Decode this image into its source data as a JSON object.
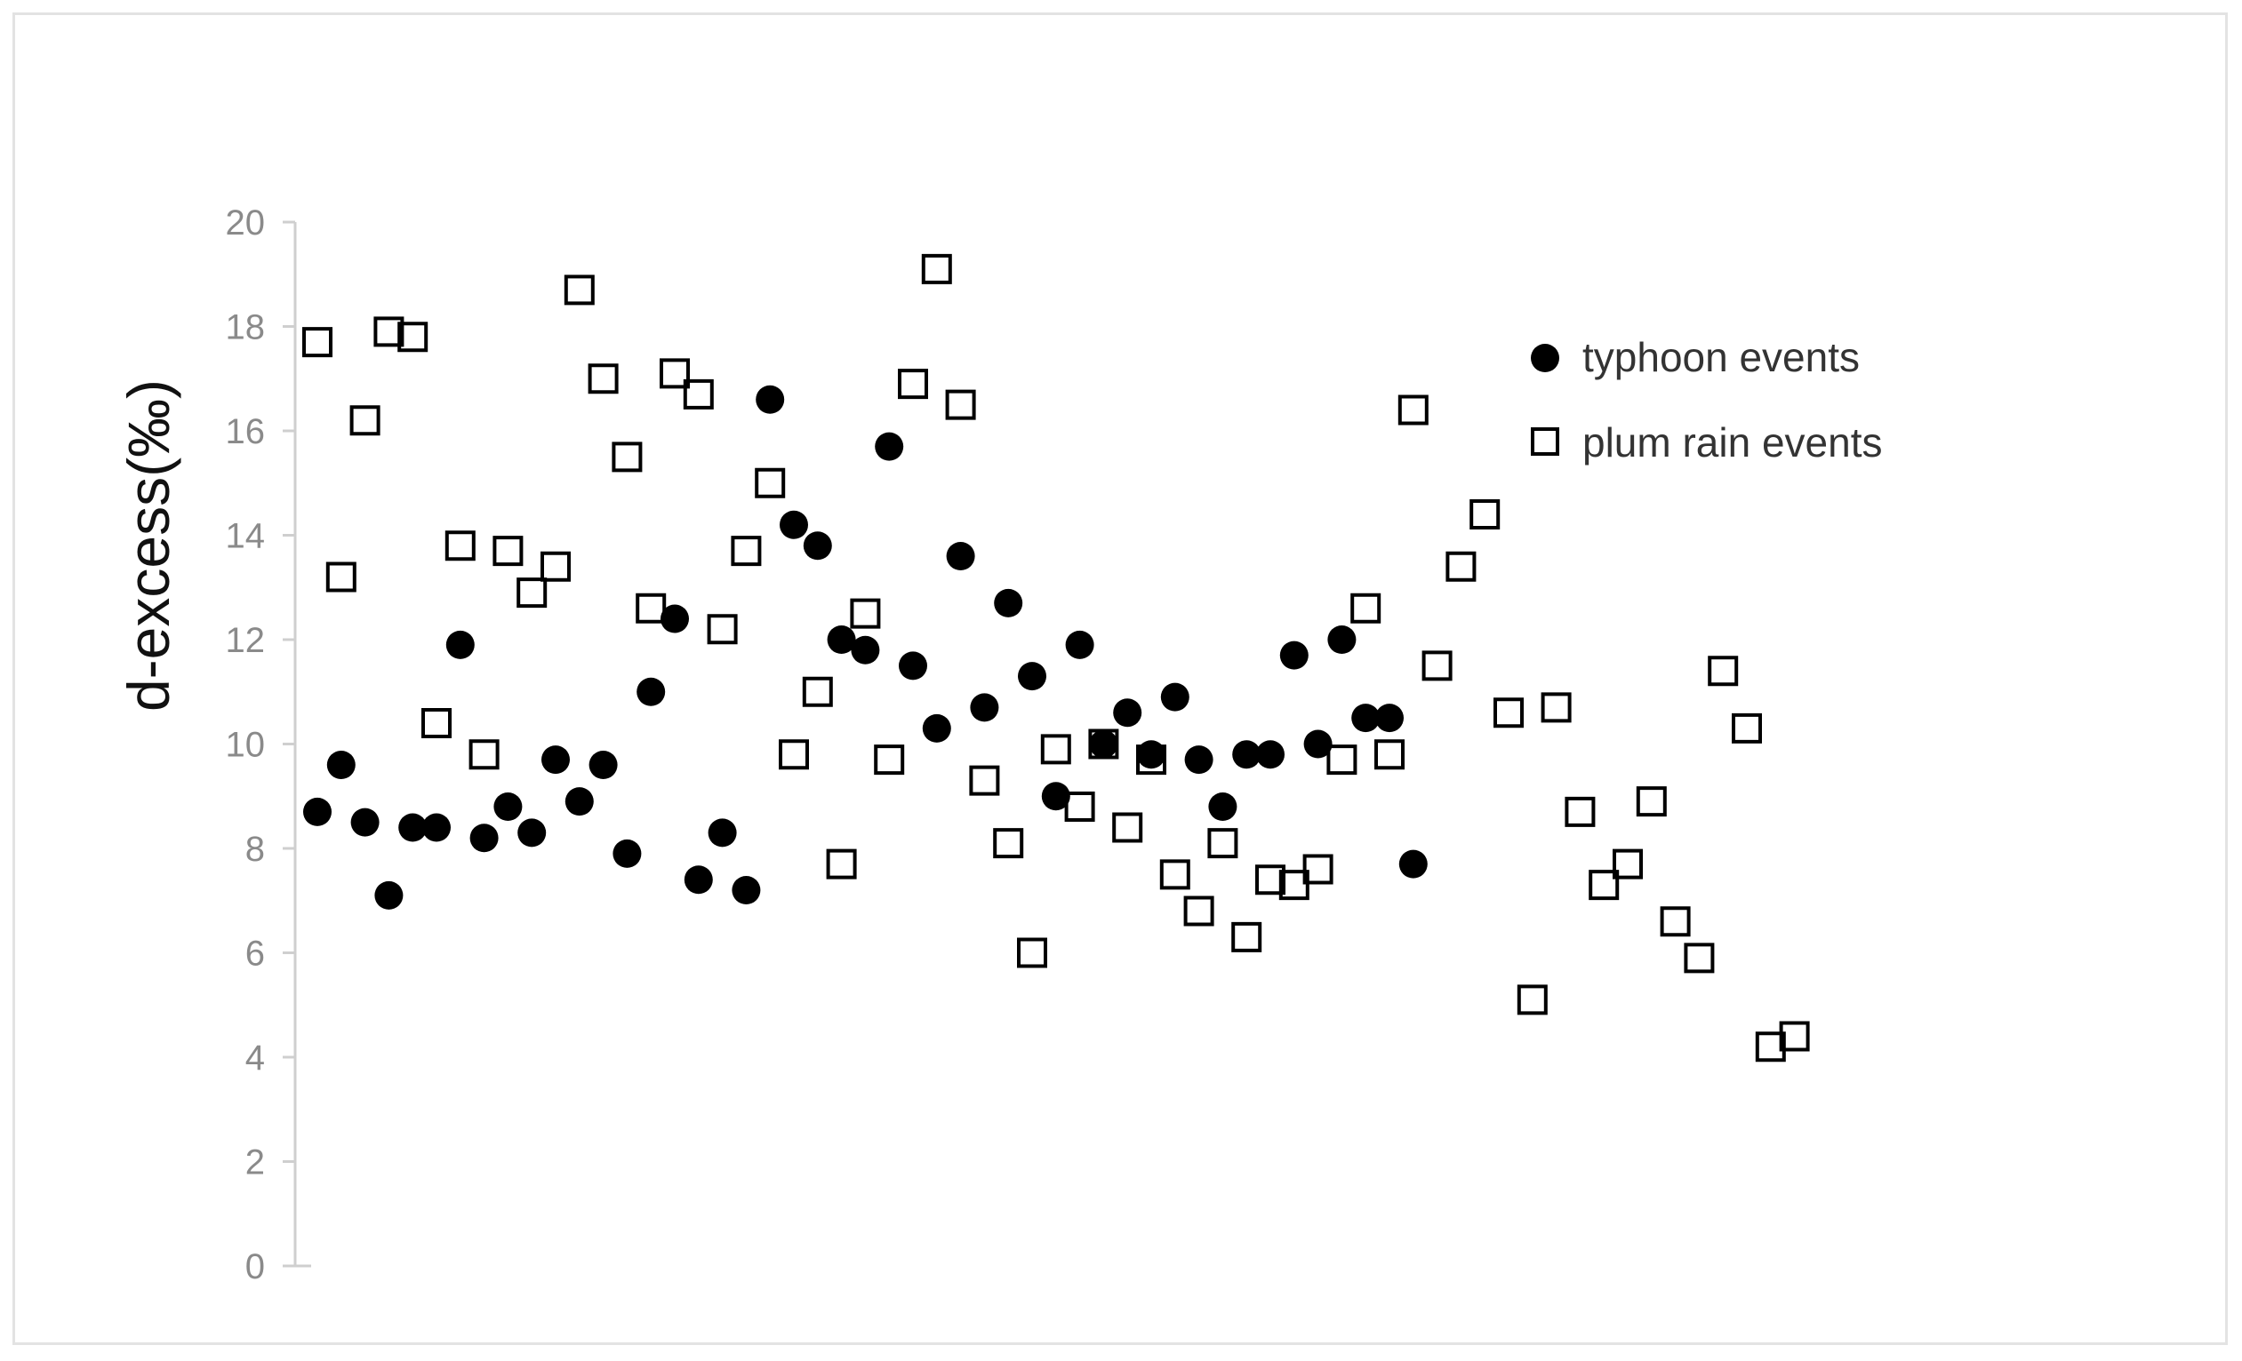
{
  "chart_data": {
    "type": "scatter",
    "title": "",
    "xlabel": "",
    "ylabel": "d-excess(‰)",
    "ylim": [
      0,
      20
    ],
    "yticks": [
      0,
      2,
      4,
      6,
      8,
      10,
      12,
      14,
      16,
      18,
      20
    ],
    "xlim": [
      0,
      63
    ],
    "legend": {
      "position": "top-right",
      "entries": [
        "typhoon events",
        "plum rain events"
      ]
    },
    "grid": false,
    "colors": {
      "typhoon": "#000000",
      "plum": "#000000",
      "axis": "#cfcfcf",
      "ticks": "#8a8a8a"
    },
    "series": [
      {
        "name": "typhoon events",
        "marker": "filled-circle",
        "points": [
          [
            1,
            8.7
          ],
          [
            2,
            9.6
          ],
          [
            3,
            8.5
          ],
          [
            4,
            7.1
          ],
          [
            5,
            8.4
          ],
          [
            6,
            8.4
          ],
          [
            7,
            11.9
          ],
          [
            8,
            8.2
          ],
          [
            9,
            8.8
          ],
          [
            10,
            8.3
          ],
          [
            11,
            9.7
          ],
          [
            12,
            8.9
          ],
          [
            13,
            9.6
          ],
          [
            14,
            7.9
          ],
          [
            15,
            11.0
          ],
          [
            16,
            12.4
          ],
          [
            17,
            7.4
          ],
          [
            18,
            8.3
          ],
          [
            19,
            7.2
          ],
          [
            20,
            16.6
          ],
          [
            21,
            14.2
          ],
          [
            22,
            13.8
          ],
          [
            23,
            12.0
          ],
          [
            24,
            11.8
          ],
          [
            25,
            15.7
          ],
          [
            26,
            11.5
          ],
          [
            27,
            10.3
          ],
          [
            28,
            13.6
          ],
          [
            29,
            10.7
          ],
          [
            30,
            12.7
          ],
          [
            31,
            11.3
          ],
          [
            32,
            9.0
          ],
          [
            33,
            11.9
          ],
          [
            34,
            10.0
          ],
          [
            35,
            10.6
          ],
          [
            36,
            9.8
          ],
          [
            37,
            10.9
          ],
          [
            38,
            9.7
          ],
          [
            39,
            8.8
          ],
          [
            40,
            9.8
          ],
          [
            41,
            9.8
          ],
          [
            42,
            11.7
          ],
          [
            43,
            10.0
          ],
          [
            44,
            12.0
          ],
          [
            45,
            10.5
          ],
          [
            46,
            10.5
          ],
          [
            47,
            7.7
          ]
        ]
      },
      {
        "name": "plum rain events",
        "marker": "open-square",
        "points": [
          [
            1,
            17.7
          ],
          [
            2,
            13.2
          ],
          [
            3,
            16.2
          ],
          [
            4,
            17.9
          ],
          [
            5,
            17.8
          ],
          [
            6,
            10.4
          ],
          [
            7,
            13.8
          ],
          [
            8,
            9.8
          ],
          [
            9,
            13.7
          ],
          [
            10,
            12.9
          ],
          [
            11,
            13.4
          ],
          [
            12,
            18.7
          ],
          [
            13,
            17.0
          ],
          [
            14,
            15.5
          ],
          [
            15,
            12.6
          ],
          [
            16,
            17.1
          ],
          [
            17,
            16.7
          ],
          [
            18,
            12.2
          ],
          [
            19,
            13.7
          ],
          [
            20,
            15.0
          ],
          [
            21,
            9.8
          ],
          [
            22,
            11.0
          ],
          [
            23,
            7.7
          ],
          [
            24,
            12.5
          ],
          [
            25,
            9.7
          ],
          [
            26,
            16.9
          ],
          [
            27,
            19.1
          ],
          [
            28,
            16.5
          ],
          [
            29,
            9.3
          ],
          [
            30,
            8.1
          ],
          [
            31,
            6.0
          ],
          [
            32,
            9.9
          ],
          [
            33,
            8.8
          ],
          [
            34,
            10.0
          ],
          [
            35,
            8.4
          ],
          [
            36,
            9.7
          ],
          [
            37,
            7.5
          ],
          [
            38,
            6.8
          ],
          [
            39,
            8.1
          ],
          [
            40,
            6.3
          ],
          [
            41,
            7.4
          ],
          [
            42,
            7.3
          ],
          [
            43,
            7.6
          ],
          [
            44,
            9.7
          ],
          [
            45,
            12.6
          ],
          [
            46,
            9.8
          ],
          [
            47,
            16.4
          ],
          [
            48,
            11.5
          ],
          [
            49,
            13.4
          ],
          [
            50,
            14.4
          ],
          [
            51,
            10.6
          ],
          [
            52,
            5.1
          ],
          [
            53,
            10.7
          ],
          [
            54,
            8.7
          ],
          [
            55,
            7.3
          ],
          [
            56,
            7.7
          ],
          [
            57,
            8.9
          ],
          [
            58,
            6.6
          ],
          [
            59,
            5.9
          ],
          [
            60,
            11.4
          ],
          [
            61,
            10.3
          ],
          [
            62,
            4.2
          ],
          [
            63,
            4.4
          ]
        ]
      }
    ]
  }
}
